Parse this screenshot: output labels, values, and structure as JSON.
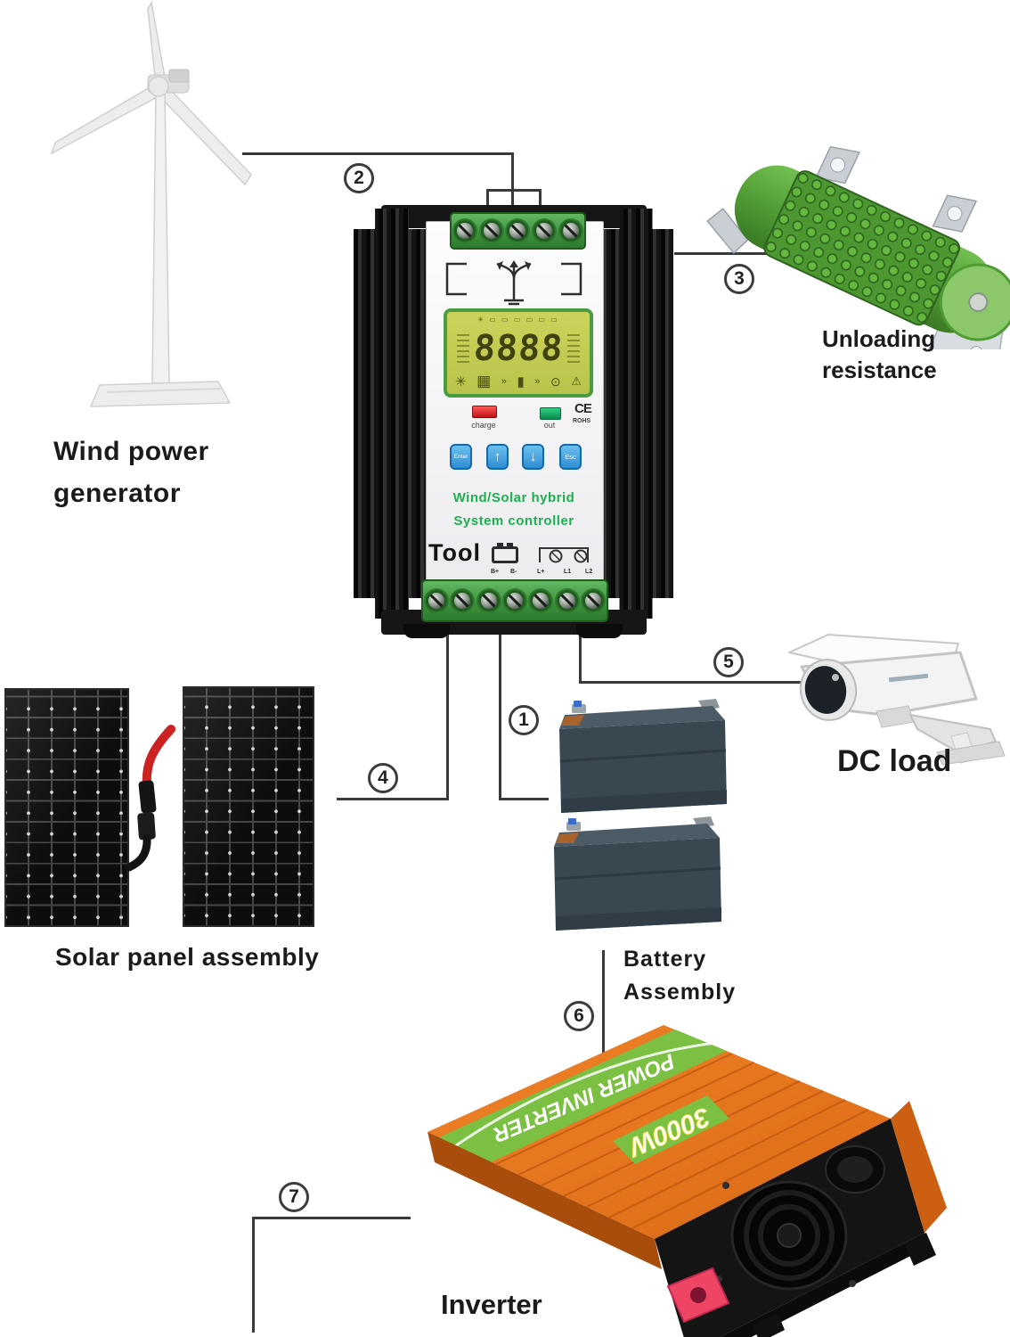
{
  "markers": {
    "m1": "1",
    "m2": "2",
    "m3": "3",
    "m4": "4",
    "m5": "5",
    "m6": "6",
    "m7": "7"
  },
  "labels": {
    "wind": [
      "Wind power",
      "generator"
    ],
    "unloading": [
      "Unloading",
      "resistance"
    ],
    "solar": "Solar panel assembly",
    "battery": [
      "Battery",
      "Assembly"
    ],
    "dc_load": "DC load",
    "inverter": "Inverter"
  },
  "controller": {
    "lcd_top_icons": "✳ ▭ ▭ ▭ ▭ ▭ ▭",
    "display_value": "8888",
    "lcd_icon_sun": "✳",
    "lcd_icon_panel": "▦",
    "lcd_icon_arrows_left": "»",
    "lcd_icon_battery": "▮",
    "lcd_icon_arrows_right": "»",
    "lcd_icon_bulb": "⊙",
    "lcd_icon_warning": "⚠",
    "led_charge_label": "charge",
    "led_out_label": "out",
    "ce_text": "CE",
    "rohs_text": "ROHS",
    "btn_enter": "Enter",
    "btn_up": "↑",
    "btn_down": "↓",
    "btn_esc": "Esc",
    "title_line1": "Wind/Solar hybrid",
    "title_line2": "System controller",
    "tool_text": "Tool",
    "batt_pos": "B+",
    "batt_neg": "B-",
    "load_l": "L+",
    "load_l1": "L1",
    "load_l2": "L2"
  },
  "inverter": {
    "stripe_text": "POWER INVERTER",
    "watt_text": "3000W"
  },
  "colors": {
    "wire": "#3a3a3a",
    "terminal_green": "#3f9e3f",
    "lcd_bg": "#c6cc52",
    "lcd_frame": "#4a9c42",
    "button_blue": "#3e9fdd",
    "title_green": "#1db04e",
    "inverter_orange": "#e06f1f",
    "inverter_stripe_green": "#7cc043",
    "resistor_green": "#55a238",
    "led_charge_red": "#d81a1a",
    "led_out_green": "#0f9b57"
  }
}
